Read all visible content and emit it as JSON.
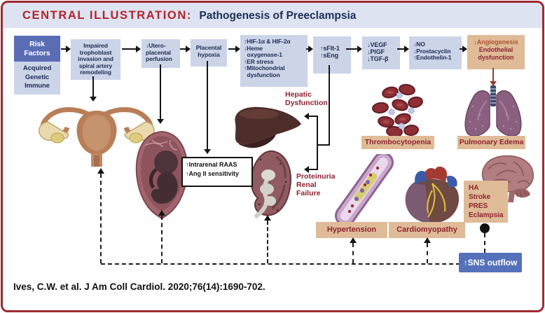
{
  "header": {
    "label": "CENTRAL ILLUSTRATION:",
    "title": "Pathogenesis of Preeclampsia"
  },
  "flow": {
    "risk_title": "Risk\nFactors",
    "risk_body": "Acquired\nGenetic\nImmune",
    "trophoblast": "Impaired\ntrophoblast\ninvasion and\nspiral artery\nremodeling",
    "perfusion": "↓Utero-\nplacental\nperfusion",
    "hypoxia": "Placental\nhypoxia",
    "hif": "↑HIF-1α & HIF-2α\n↓Heme\n  oxygenase-1\n↑ER stress\n↑Mitochondrial\n  dysfunction",
    "sflt": "↑sFlt-1\n↑sEng",
    "vegf": "↓VEGF\n↓PlGF\n↓TGF-β",
    "no": "↓NO\n↓Prostacyclin\n↑Endothelin-1",
    "angio_line1": "↓Angiogenesis",
    "angio_rest": "Endothelial\ndysfunction"
  },
  "mid": {
    "raas": "↑Intrarenal RAAS\n↑Ang II sensitivity",
    "hepatic": "Hepatic\nDysfunction",
    "proteinuria": "Proteinuria\nRenal\nFailure"
  },
  "outcomes": {
    "thrombocytopenia": "Thrombocytopenia",
    "pulmonary": "Pulmonary Edema",
    "hypertension": "Hypertension",
    "cardiomyopathy": "Cardiomyopathy",
    "brain": "HA\nStroke\nPRES\nEclampsia",
    "sns": "↑SNS outflow"
  },
  "citation": "Ives, C.W. et al. J Am Coll Cardiol. 2020;76(14):1690-702.",
  "colors": {
    "border_red": "#9e2b33",
    "accent_red": "#b2232a",
    "navy": "#1c2e57",
    "box_lavender": "#ccd4e8",
    "risk_purple": "#5a6cb4",
    "tan": "#dfbb97",
    "dark_red_text": "#8e2230",
    "sns_blue": "#5671bb",
    "header_band": "#dde3f1"
  }
}
